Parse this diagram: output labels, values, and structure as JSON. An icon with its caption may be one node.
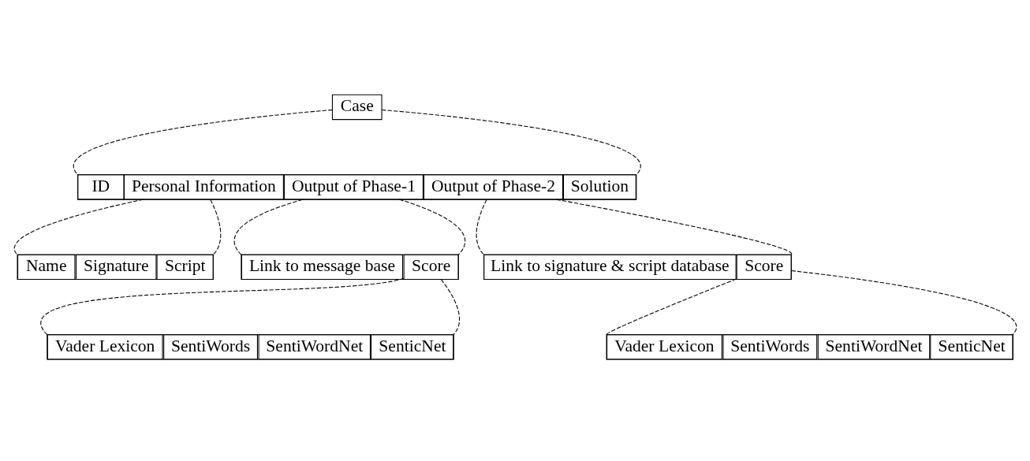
{
  "diagram": {
    "nodes": [
      {
        "text": [
          "Case"
        ]
      },
      {
        "text": [],
        "shape": "box"
      },
      {
        "text": [
          "ID"
        ],
        "in": 1
      },
      {
        "text": [
          "Personal Information"
        ],
        "in": 1
      },
      {
        "text": [
          "Output of Phase-1"
        ],
        "in": 1
      },
      {
        "text": [
          "Output of Phase-2"
        ],
        "in": 1
      },
      {
        "text": [
          "Solution"
        ],
        "in": 1
      },
      {
        "text": [],
        "shape": "box"
      },
      {
        "text": [
          "Name"
        ],
        "in": 7
      },
      {
        "text": [
          "Signature"
        ],
        "in": 7
      },
      {
        "text": [
          "Script"
        ],
        "in": 7
      },
      {
        "text": [],
        "shape": "box"
      },
      {
        "text": [
          "Link to message base"
        ],
        "in": 11
      },
      {
        "text": [
          "Score"
        ],
        "in": 11
      },
      {
        "text": [],
        "shape": "box"
      },
      {
        "text": [
          "Link to signature & script database"
        ],
        "in": 14
      },
      {
        "text": [
          "Score"
        ],
        "in": 14
      },
      {
        "text": [],
        "shape": "box"
      },
      {
        "text": [
          "Vader Lexicon"
        ],
        "in": 17
      },
      {
        "text": [
          "SentiWords"
        ],
        "in": 17
      },
      {
        "text": [
          "SentiWordNet"
        ],
        "in": 17
      },
      {
        "text": [
          "SenticNet"
        ],
        "in": 17
      },
      {
        "text": [],
        "shape": "box"
      },
      {
        "text": [
          "Vader Lexicon"
        ],
        "in": 22
      },
      {
        "text": [
          "SentiWords"
        ],
        "in": 22
      },
      {
        "text": [
          "SentiWordNet"
        ],
        "in": 22
      },
      {
        "text": [
          "SenticNet"
        ],
        "in": 22
      }
    ],
    "edges": [
      {
        "from": 0,
        "to": 1,
        "arrow": "none",
        "style": "dashed"
      },
      {
        "from": 0,
        "to": 1,
        "arrow": "none",
        "style": "dashed"
      },
      {
        "from": 3,
        "to": 7,
        "arrow": "none",
        "style": "dashed"
      },
      {
        "from": 3,
        "to": 7,
        "arrow": "none",
        "style": "dashed"
      },
      {
        "from": 4,
        "to": 11,
        "arrow": "none",
        "style": "dashed"
      },
      {
        "from": 4,
        "to": 11,
        "arrow": "none",
        "style": "dashed"
      },
      {
        "from": 5,
        "to": 14,
        "arrow": "none",
        "style": "dashed"
      },
      {
        "from": 5,
        "to": 14,
        "arrow": "none",
        "style": "dashed"
      },
      {
        "from": 13,
        "to": 17,
        "arrow": "none",
        "style": "dashed"
      },
      {
        "from": 13,
        "to": 17,
        "arrow": "none",
        "style": "dashed"
      },
      {
        "from": 16,
        "to": 22,
        "arrow": "none",
        "style": "dashed"
      },
      {
        "from": 16,
        "to": 22,
        "arrow": "none",
        "style": "dashed"
      }
    ]
  }
}
